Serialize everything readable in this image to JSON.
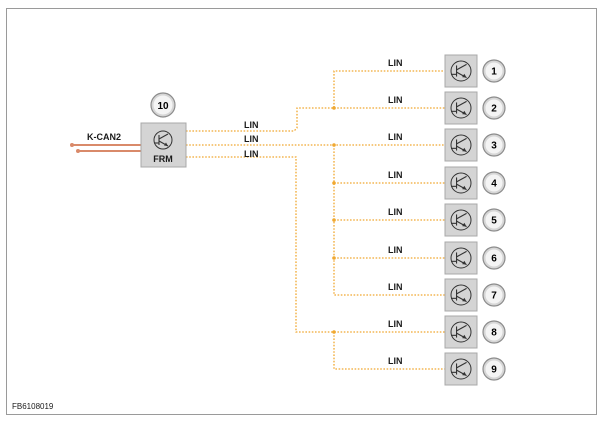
{
  "diagram": {
    "bus_label": "K-CAN2",
    "controller": {
      "label": "FRM",
      "number": "10"
    },
    "link_label": "LIN",
    "modules": [
      {
        "number": "1"
      },
      {
        "number": "2"
      },
      {
        "number": "3"
      },
      {
        "number": "4"
      },
      {
        "number": "5"
      },
      {
        "number": "6"
      },
      {
        "number": "7"
      },
      {
        "number": "8"
      },
      {
        "number": "9"
      }
    ],
    "figure_code": "FB6108019",
    "colors": {
      "lin": "#f0a830",
      "can": "#d98a6a",
      "box": "#d4d4d4",
      "box_border": "#a8a8a8",
      "frame": "#9a9a9a"
    }
  }
}
